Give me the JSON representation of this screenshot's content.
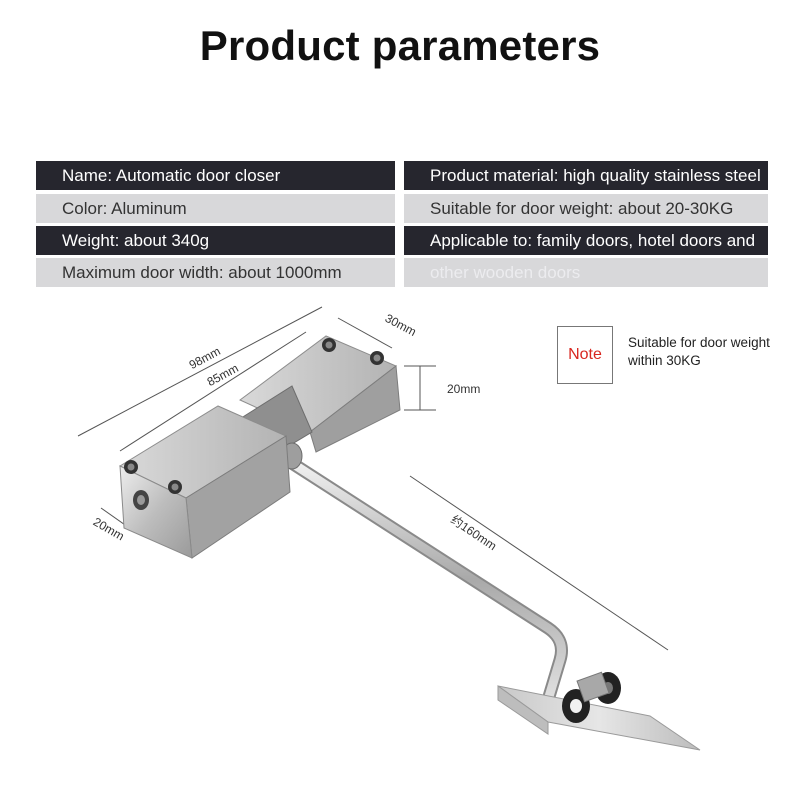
{
  "title": "Product parameters",
  "params": {
    "left": [
      "Name: Automatic door closer",
      "Color: Aluminum",
      "Weight: about 340g",
      "Maximum door width: about 1000mm"
    ],
    "right": [
      "Product material: high quality stainless steel",
      "Suitable for door weight: about 20-30KG",
      "Applicable to: family doors, hotel doors and",
      "other wooden doors"
    ]
  },
  "note": {
    "label": "Note",
    "text": "Suitable for door weight within 30KG",
    "label_color": "#d8261f"
  },
  "dimensions": {
    "length_total": "98mm",
    "length_inner": "85mm",
    "width": "30mm",
    "height": "20mm",
    "side": "20mm",
    "arm": "约160mm"
  },
  "colors": {
    "dark_row": "#26262e",
    "light_row": "#d8d8da"
  }
}
